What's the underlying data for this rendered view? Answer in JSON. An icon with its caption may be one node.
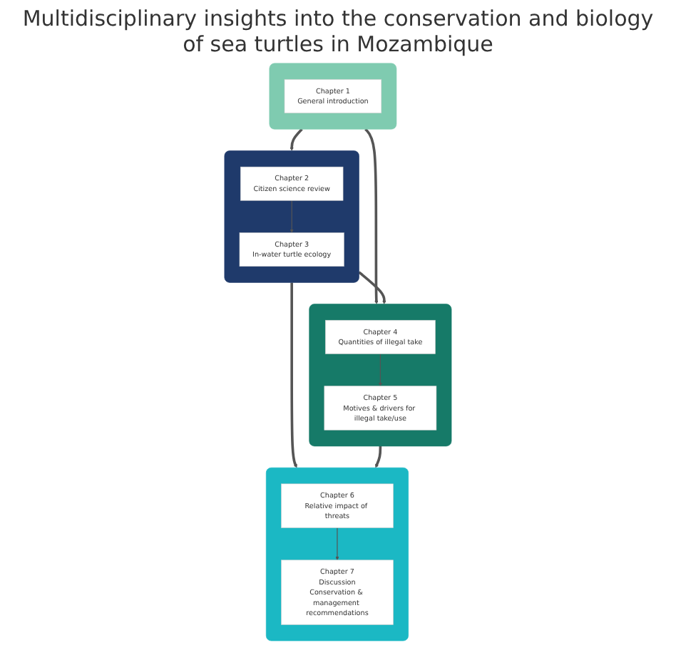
{
  "diagram": {
    "title": "Multidisciplinary insights into the conservation and biology of sea turtles in Mozambique",
    "nodes": [
      {
        "text": [],
        "shape": "box"
      },
      {
        "text": [
          "Chapter 1",
          "General introduction"
        ],
        "in": 0
      },
      {
        "text": [],
        "shape": "box"
      },
      {
        "text": [
          "Chapter 2",
          "Citizen science review"
        ],
        "in": 2
      },
      {
        "text": [
          "Chapter 3",
          "In-water turtle ecology"
        ],
        "in": 2
      },
      {
        "text": [],
        "shape": "box"
      },
      {
        "text": [
          "Chapter 4",
          "Quantities of illegal take"
        ],
        "in": 5
      },
      {
        "text": [
          "Chapter 5",
          "Motives & drivers for illegal take/use"
        ],
        "in": 5
      },
      {
        "text": [],
        "shape": "box"
      },
      {
        "text": [
          "Chapter 6",
          "Relative impact of threats"
        ],
        "in": 8
      },
      {
        "text": [
          "Chapter 7",
          "Discussion",
          "Conservation & management recommendations"
        ],
        "in": 8
      }
    ],
    "edges": [
      {
        "from": 0,
        "to": 2,
        "arrow": "to"
      },
      {
        "from": 0,
        "to": 5,
        "arrow": "to"
      },
      {
        "from": 3,
        "to": 4,
        "arrow": "to"
      },
      {
        "from": 2,
        "to": 5,
        "arrow": "to"
      },
      {
        "from": 6,
        "to": 7,
        "arrow": "to"
      },
      {
        "from": 2,
        "to": 8,
        "arrow": "to"
      },
      {
        "from": 5,
        "to": 8,
        "arrow": "to"
      },
      {
        "from": 9,
        "to": 10,
        "arrow": "to"
      }
    ]
  }
}
